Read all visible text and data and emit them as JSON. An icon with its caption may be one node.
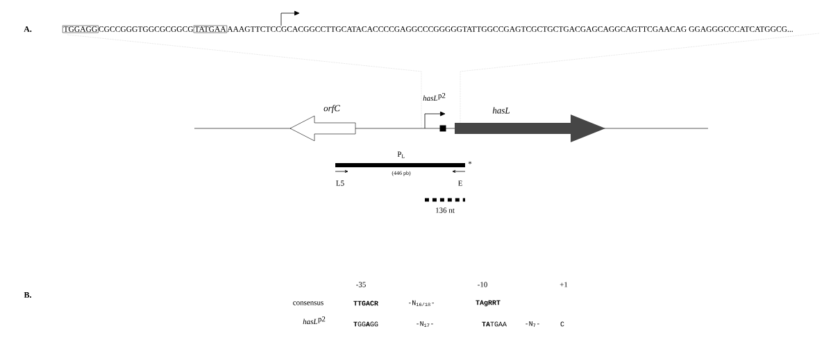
{
  "diagram": {
    "nodes": [
      {
        "text": [
          "TGGAGG"
        ]
      },
      {
        "text": [
          "TATGAA"
        ]
      },
      {
        "text": [
          "orfC"
        ]
      },
      {
        "text": [
          "hasL"
        ]
      },
      {
        "text": [],
        "shape": "box"
      },
      {
        "text": [
          "P$_{L}$",
          "(446 pb)"
        ]
      },
      {
        "text": [
          "136 nt"
        ]
      }
    ],
    "labels": [
      "A.",
      "CGCCGGGTGGCGCGGCG",
      "AAAGTTCTCCGCACGGCCTTGCATACACCCCGAGGCCCGGGGGTATTGGCCGAGTCGCTGCTGACGAGCAGGCAGTTCGAACAG GGAGGGCCCATCATGGCG...",
      "hasL",
      "p2",
      "L5",
      "E",
      "*",
      "B.",
      "-35",
      "-10",
      "+1",
      "consensus",
      "TTGACR",
      "-N$_{16/18}$-",
      "TAgRRT",
      "hasL",
      "p2",
      "**T**GG**A**GG",
      "-N$_{17}$-",
      "**TA**TGAA",
      "-N$_{7}$-",
      "C"
    ]
  }
}
